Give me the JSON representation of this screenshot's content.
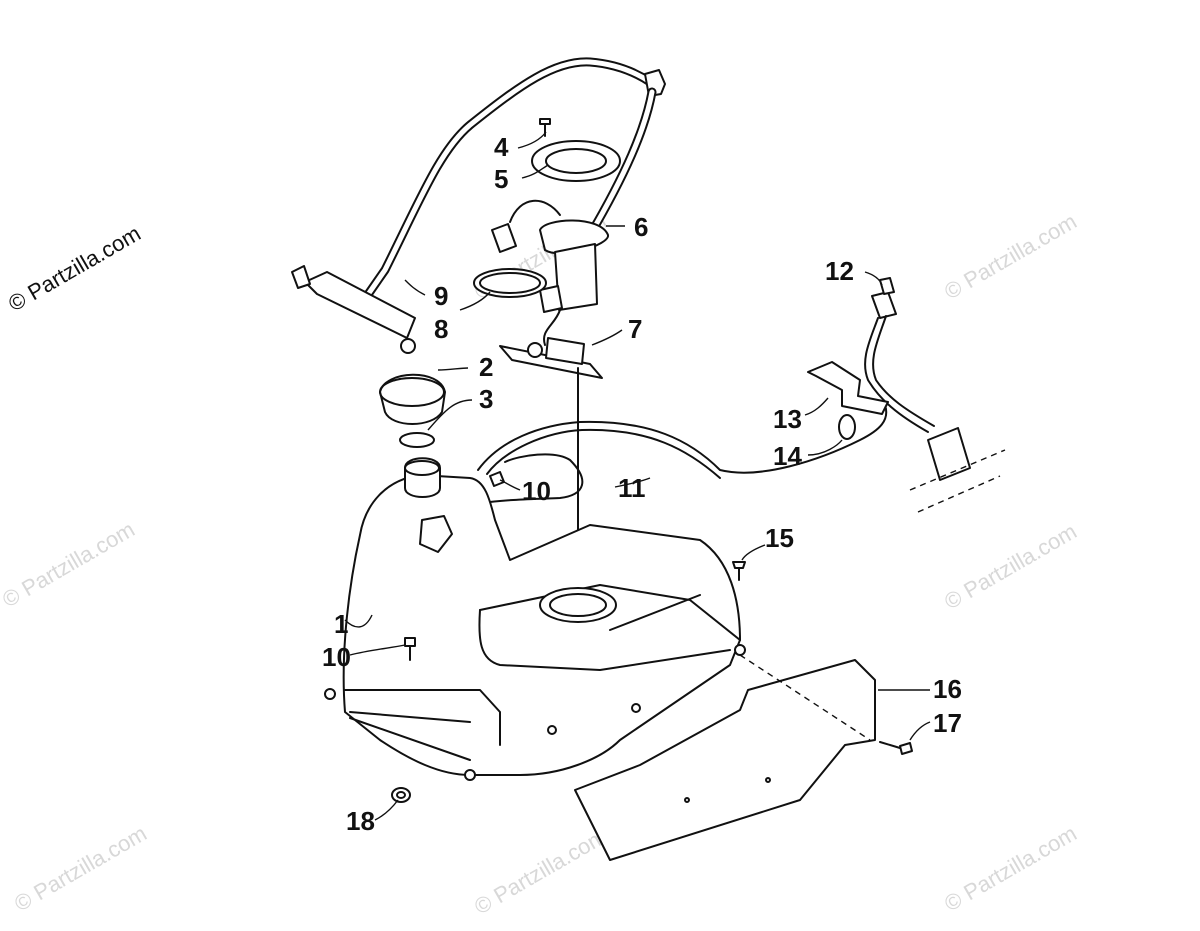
{
  "watermarks": {
    "main": "© Partzilla.com",
    "repeat": "© Partzilla.com"
  },
  "callouts": [
    "1",
    "2",
    "3",
    "4",
    "5",
    "6",
    "7",
    "8",
    "9",
    "10",
    "10",
    "11",
    "12",
    "13",
    "14",
    "15",
    "16",
    "17",
    "18"
  ]
}
